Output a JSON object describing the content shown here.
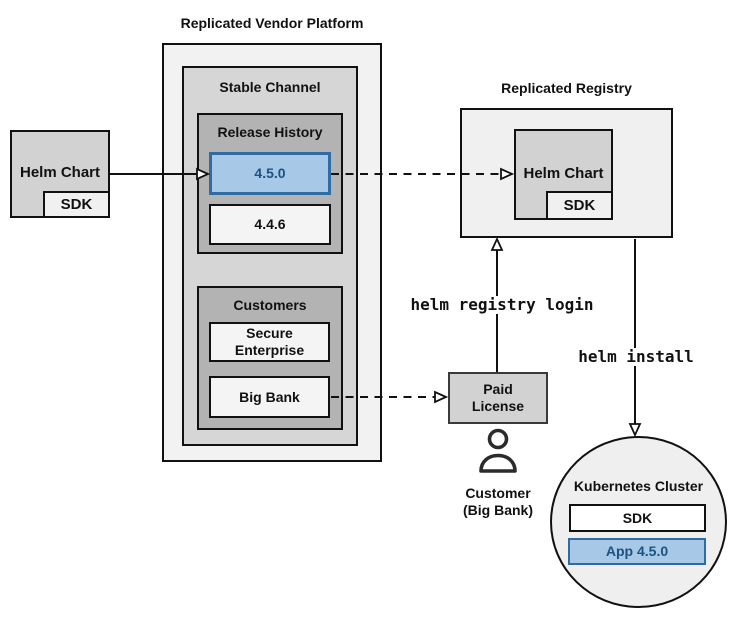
{
  "titles": {
    "vendor_platform": "Replicated Vendor Platform",
    "registry": "Replicated Registry"
  },
  "platform": {
    "stable_channel_label": "Stable Channel",
    "release_history": {
      "label": "Release History",
      "versions": [
        {
          "label": "4.5.0",
          "highlighted": true
        },
        {
          "label": "4.4.6",
          "highlighted": false
        }
      ]
    },
    "customers": {
      "label": "Customers",
      "items": [
        {
          "label": "Secure Enterprise"
        },
        {
          "label": "Big Bank"
        }
      ]
    }
  },
  "source_chart": {
    "label": "Helm Chart",
    "sdk_label": "SDK"
  },
  "registry": {
    "helm_chart_label": "Helm Chart",
    "sdk_label": "SDK"
  },
  "paid_license": {
    "line1": "Paid",
    "line2": "License"
  },
  "customer": {
    "line1": "Customer",
    "line2": "(Big Bank)"
  },
  "kubernetes": {
    "label": "Kubernetes Cluster",
    "sdk_label": "SDK",
    "app_label": "App 4.5.0"
  },
  "commands": {
    "registry_login": "helm registry login",
    "install": "helm install"
  },
  "colors": {
    "highlight_fill": "#a8c8e8",
    "highlight_border": "#2e6ca3",
    "highlight_text": "#1a5380",
    "box_border": "#111111"
  }
}
